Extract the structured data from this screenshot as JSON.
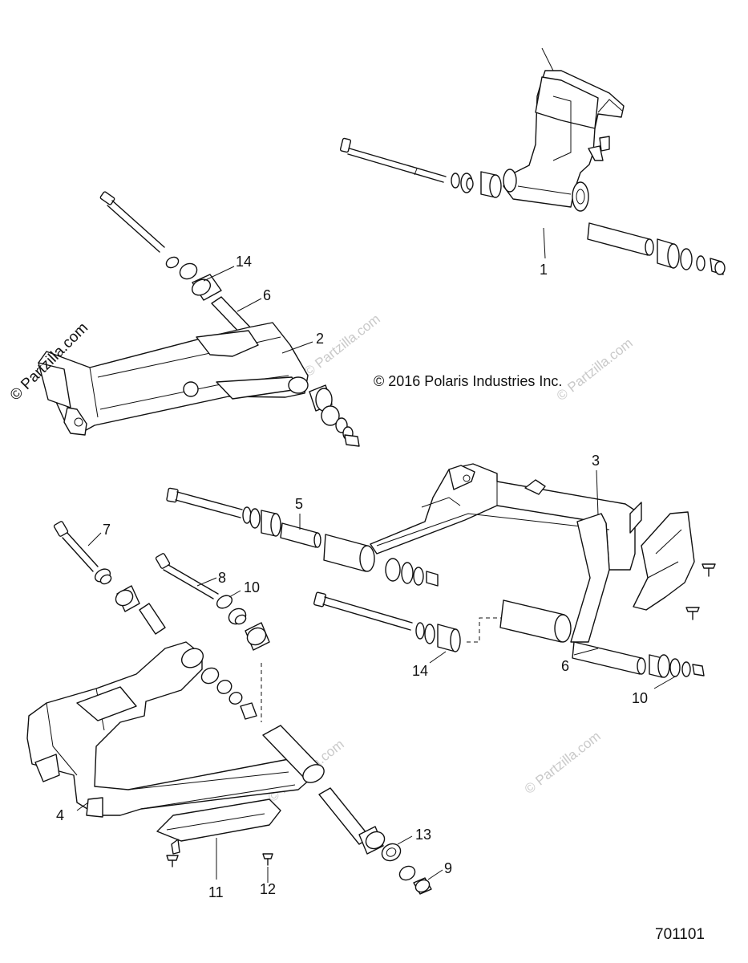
{
  "copyright": "© 2016 Polaris Industries Inc.",
  "watermark_primary": "© Partzilla.com",
  "watermark_faint": "© Partzilla.com",
  "reference_number": "701101",
  "callouts": {
    "c1": "1",
    "c2": "2",
    "c3": "3",
    "c4": "4",
    "c5": "5",
    "c6a": "6",
    "c6b": "6",
    "c7": "7",
    "c8": "8",
    "c9": "9",
    "c10a": "10",
    "c10b": "10",
    "c11": "11",
    "c12": "12",
    "c13": "13",
    "c14a": "14",
    "c14b": "14"
  }
}
